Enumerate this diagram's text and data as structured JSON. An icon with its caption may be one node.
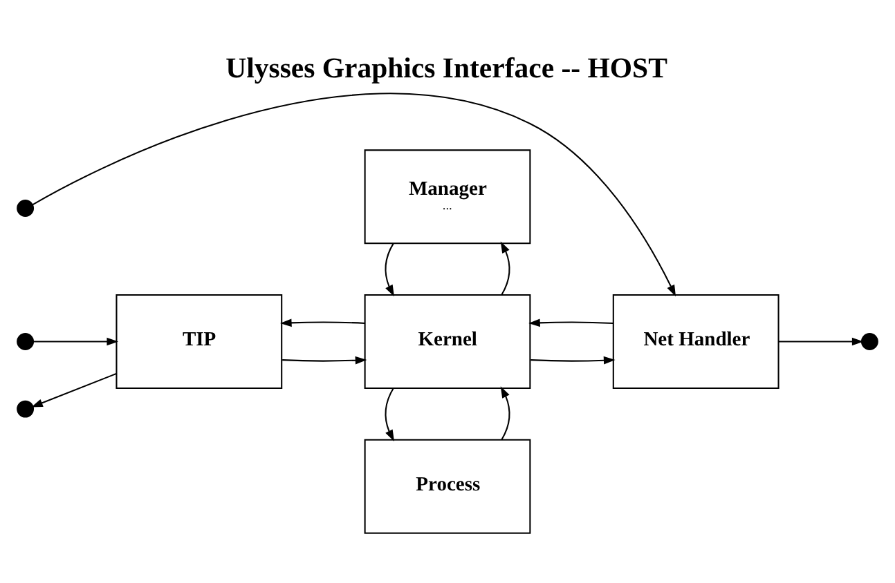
{
  "diagram": {
    "title": "Ulysses Graphics Interface -- HOST",
    "nodes": [
      {
        "text": [
          "Process"
        ]
      },
      {
        "text": [],
        "shape": "circle"
      },
      {
        "text": [],
        "shape": "circle"
      },
      {
        "text": [
          "TIP"
        ]
      },
      {
        "text": [
          "Kernel"
        ]
      },
      {
        "text": [
          "Net Handler"
        ]
      },
      {
        "text": [],
        "shape": "circle"
      },
      {
        "text": [],
        "shape": "circle"
      },
      {
        "text": [
          "Manager",
          "..."
        ]
      }
    ],
    "edges": [
      {
        "from": 0,
        "to": 4,
        "arrow": "to"
      },
      {
        "from": 4,
        "to": 0,
        "arrow": "to"
      },
      {
        "from": 4,
        "to": 3,
        "arrow": "to"
      },
      {
        "from": 3,
        "to": 4,
        "arrow": "to"
      },
      {
        "from": 5,
        "to": 4,
        "arrow": "to"
      },
      {
        "from": 4,
        "to": 5,
        "arrow": "to"
      },
      {
        "from": 4,
        "to": 8,
        "arrow": "to"
      },
      {
        "from": 8,
        "to": 4,
        "arrow": "to"
      },
      {
        "from": 3,
        "to": 1,
        "arrow": "to"
      },
      {
        "from": 2,
        "to": 3,
        "arrow": "to"
      },
      {
        "from": 6,
        "to": 5,
        "arrow": "to"
      },
      {
        "from": 5,
        "to": 7,
        "arrow": "to"
      }
    ]
  }
}
